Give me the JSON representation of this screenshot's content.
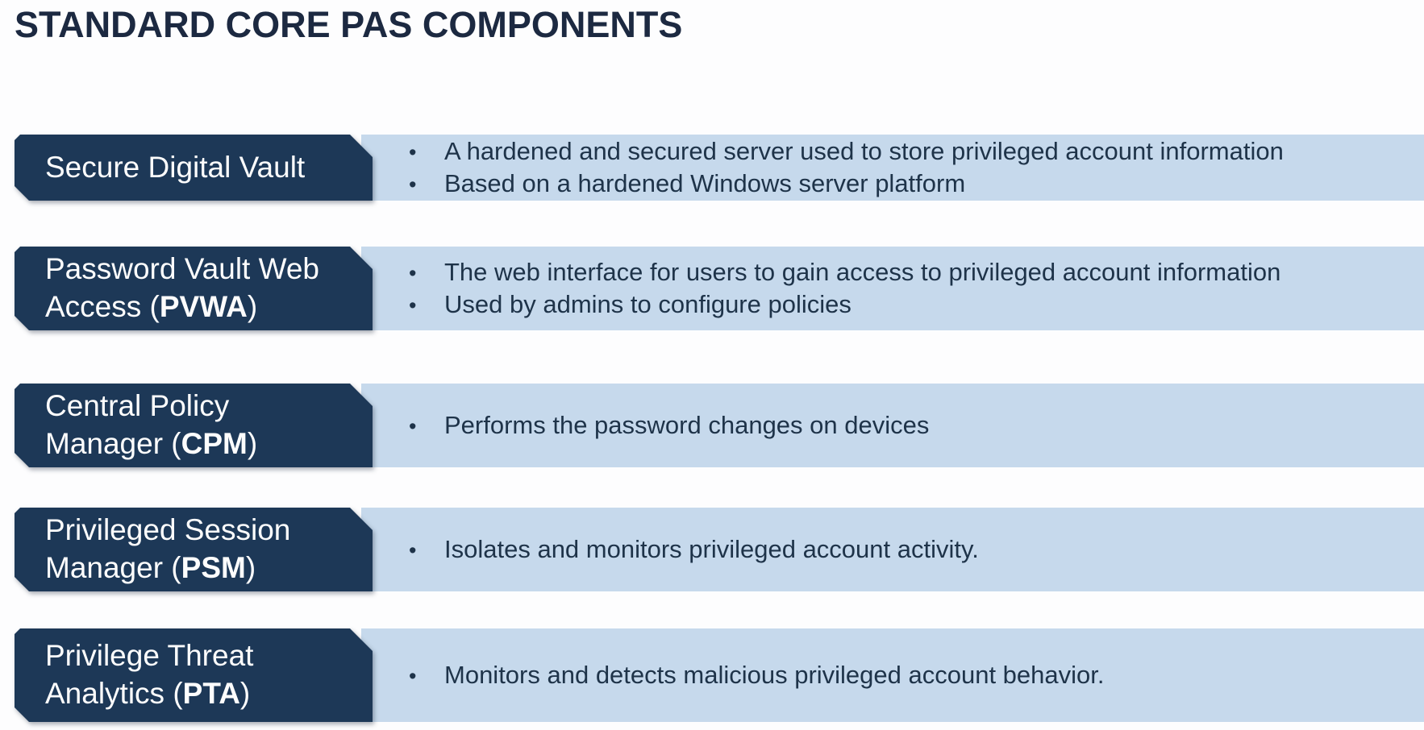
{
  "slide": {
    "title": "STANDARD CORE PAS COMPONENTS"
  },
  "glyphs": {
    "bullet": "•"
  },
  "colors": {
    "page_bg": "#fdfdfe",
    "title_text": "#1c2941",
    "label_box_bg": "#1d3857",
    "label_text": "#fdfdfd",
    "panel_bg": "#c6d9ec",
    "bullet_text": "#1e3349"
  },
  "rows": [
    {
      "label_lines": [
        {
          "text": "Secure Digital Vault",
          "bold": "",
          "suffix": ""
        }
      ],
      "bullets": [
        "A hardened and secured server used to store privileged account information",
        "Based on a hardened Windows server platform"
      ]
    },
    {
      "label_lines": [
        {
          "text": "Password Vault Web",
          "bold": "",
          "suffix": ""
        },
        {
          "text": "Access (",
          "bold": "PVWA",
          "suffix": ")"
        }
      ],
      "bullets": [
        "The web interface for users to gain access to privileged account information",
        "Used by admins to configure policies"
      ]
    },
    {
      "label_lines": [
        {
          "text": "Central Policy",
          "bold": "",
          "suffix": ""
        },
        {
          "text": "Manager (",
          "bold": "CPM",
          "suffix": ")"
        }
      ],
      "bullets": [
        "Performs the password changes on devices"
      ]
    },
    {
      "label_lines": [
        {
          "text": "Privileged Session",
          "bold": "",
          "suffix": ""
        },
        {
          "text": "Manager (",
          "bold": "PSM",
          "suffix": ")"
        }
      ],
      "bullets": [
        "Isolates and monitors privileged account activity."
      ]
    },
    {
      "label_lines": [
        {
          "text": "Privilege Threat",
          "bold": "",
          "suffix": ""
        },
        {
          "text": "Analytics (",
          "bold": "PTA",
          "suffix": ")"
        }
      ],
      "bullets": [
        "Monitors and detects malicious privileged account behavior."
      ]
    }
  ]
}
